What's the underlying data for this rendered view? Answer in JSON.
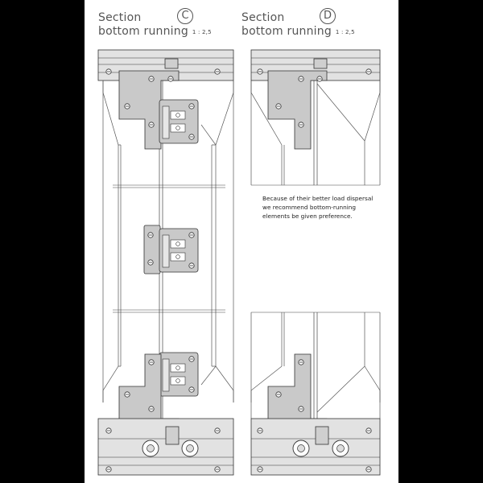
{
  "section_c": {
    "title_line1": "Section",
    "title_line2": "bottom running",
    "scale": "1 : 2,5",
    "label": "C"
  },
  "section_d": {
    "title_line1": "Section",
    "title_line2": "bottom running",
    "scale": "1 : 2,5",
    "label": "D"
  },
  "note": {
    "line1": "Because of their better load dispersal",
    "line2": "we recommend bottom-running",
    "line3": "elements be given preference."
  },
  "colors": {
    "background": "#000000",
    "sheet": "#ffffff",
    "hardware_fill": "#c9c9c9",
    "rail_fill": "#bdbdbd",
    "line": "#333333"
  }
}
